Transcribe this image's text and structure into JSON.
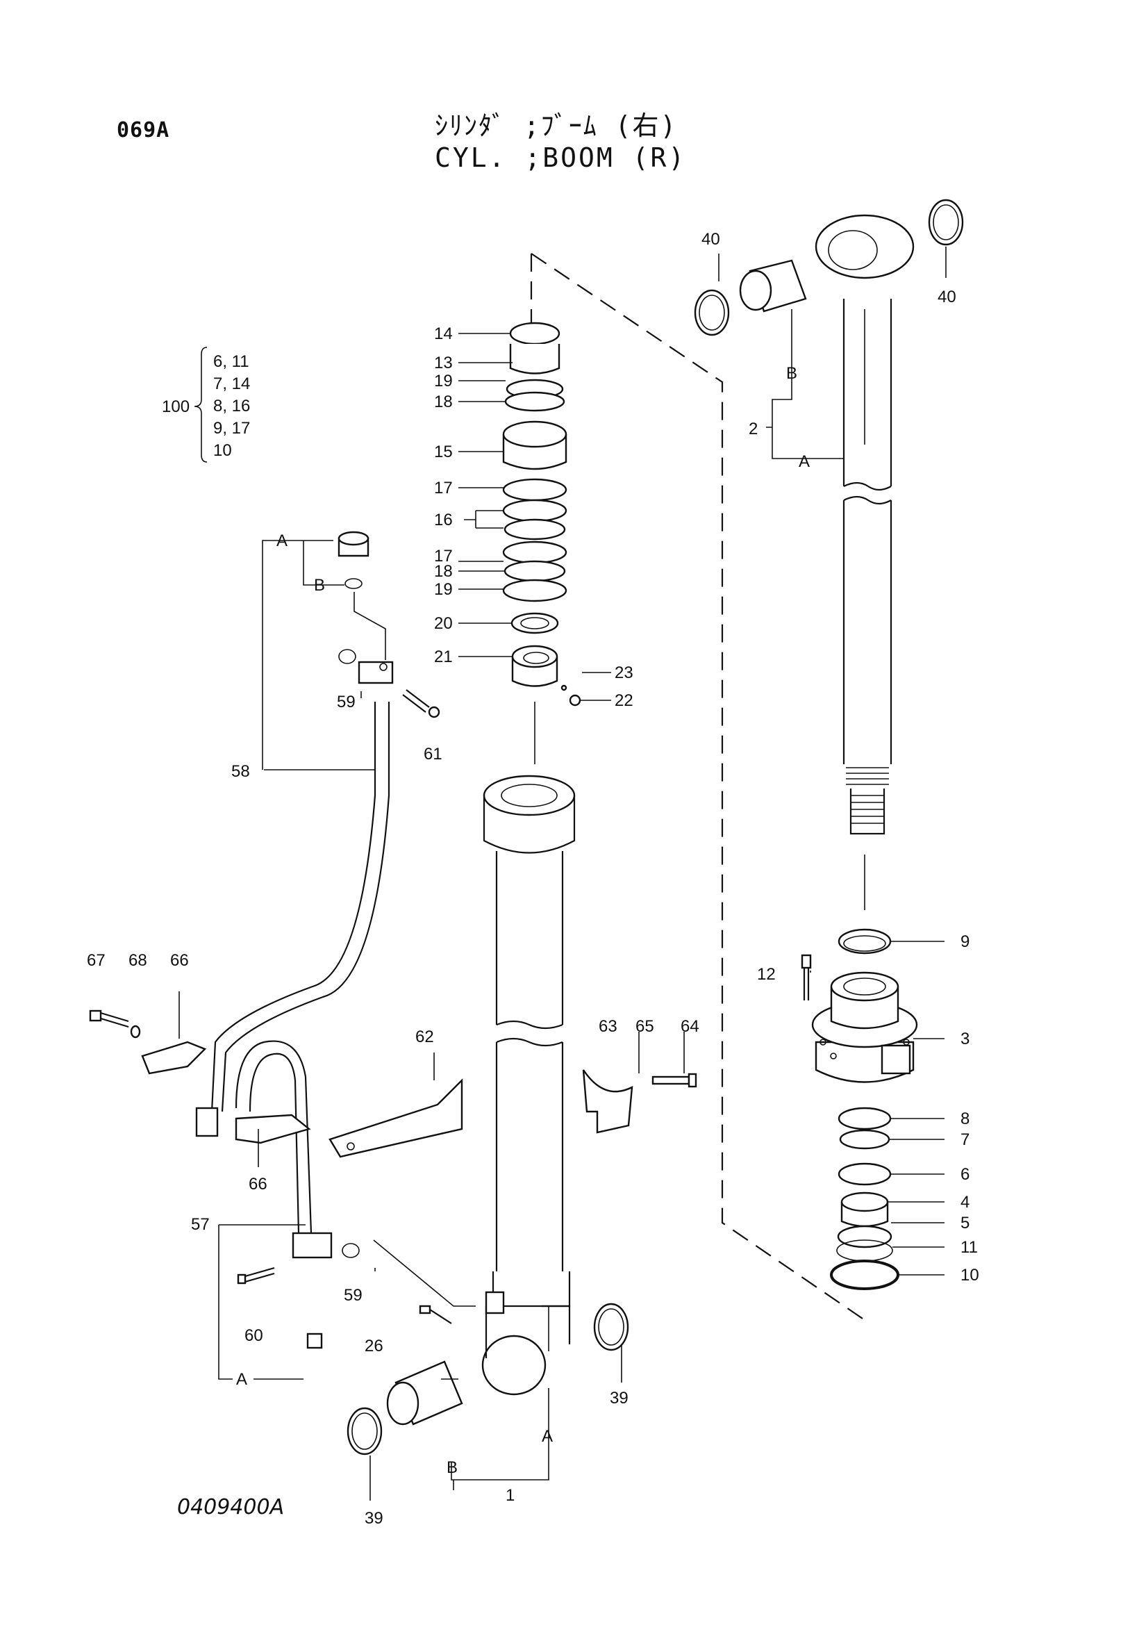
{
  "header": {
    "page_code": "069A",
    "title_jp": "ｼﾘﾝﾀﾞ ;ﾌﾞｰﾑ (右)",
    "title_en": "CYL. ;BOOM (R)"
  },
  "footer": {
    "drawing_number": "0409400A"
  },
  "kit_group": {
    "number": "100",
    "contents": [
      "6, 11",
      "7, 14",
      "8, 16",
      "9, 17",
      "10"
    ]
  },
  "callouts": {
    "c1": "1",
    "c2": "2",
    "c3": "3",
    "c4": "4",
    "c5": "5",
    "c6": "6",
    "c7": "7",
    "c8": "8",
    "c9": "9",
    "c10": "10",
    "c11": "11",
    "c12": "12",
    "c13": "13",
    "c14": "14",
    "c15": "15",
    "c16": "16",
    "c17a": "17",
    "c17b": "17",
    "c18a": "18",
    "c18b": "18",
    "c19a": "19",
    "c19b": "19",
    "c20": "20",
    "c21": "21",
    "c22": "22",
    "c23": "23",
    "c26": "26",
    "c39a": "39",
    "c39b": "39",
    "c40a": "40",
    "c40b": "40",
    "c57": "57",
    "c58": "58",
    "c59a": "59",
    "c59b": "59",
    "c60": "60",
    "c61": "61",
    "c62": "62",
    "c63": "63",
    "c64": "64",
    "c65": "65",
    "c66a": "66",
    "c66b": "66",
    "c67": "67",
    "c68": "68"
  },
  "subassembly_letters": {
    "rod_A": "A",
    "rod_B": "B",
    "pipe58_A": "A",
    "pipe58_B": "B",
    "pipe57_A": "A",
    "tube_A": "A",
    "tube_B": "B"
  }
}
